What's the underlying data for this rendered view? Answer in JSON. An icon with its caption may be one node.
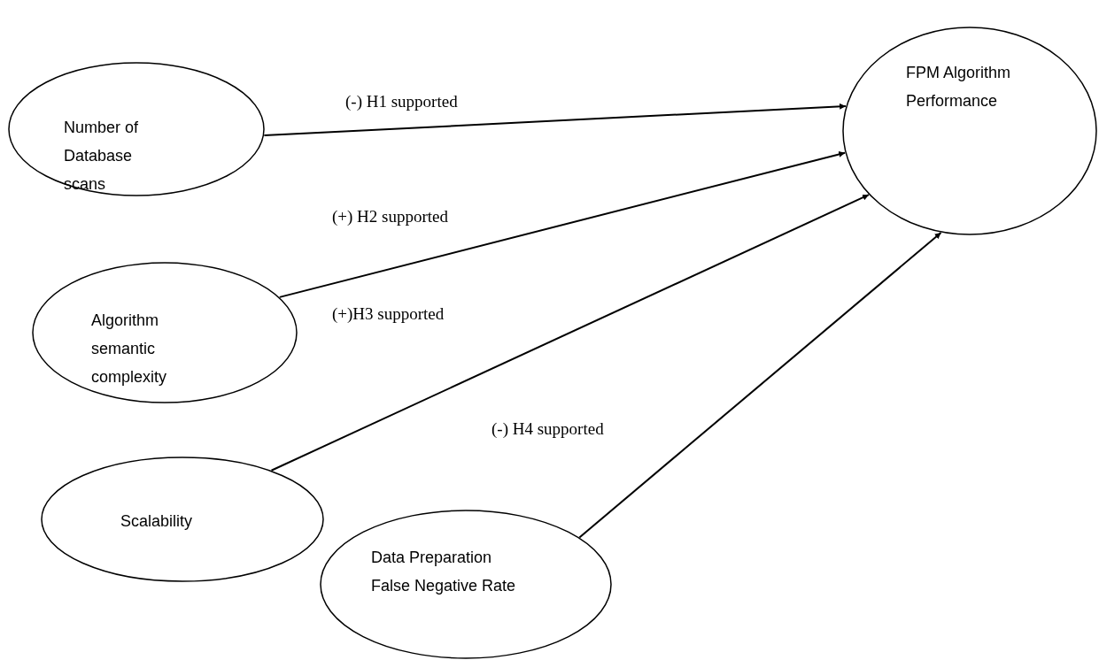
{
  "diagram": {
    "nodes": [
      {
        "text": [
          "Number of Database scans"
        ]
      },
      {
        "text": [
          "Algorithm semantic complexity"
        ]
      },
      {
        "text": [
          "Scalability"
        ]
      },
      {
        "text": [
          "Data Preparation False Negative Rate"
        ]
      },
      {
        "text": [
          "FPM Algorithm Performance"
        ]
      }
    ],
    "edges": [
      {
        "from": 0,
        "to": 4,
        "arrow": "to",
        "label": "(-) H1 supported"
      },
      {
        "from": 1,
        "to": 4,
        "arrow": "to",
        "label": "(+) H2 supported"
      },
      {
        "from": 2,
        "to": 4,
        "arrow": "to",
        "label": "(+)H3 supported"
      },
      {
        "from": 3,
        "to": 4,
        "arrow": "to",
        "label": "(-) H4 supported"
      }
    ]
  }
}
